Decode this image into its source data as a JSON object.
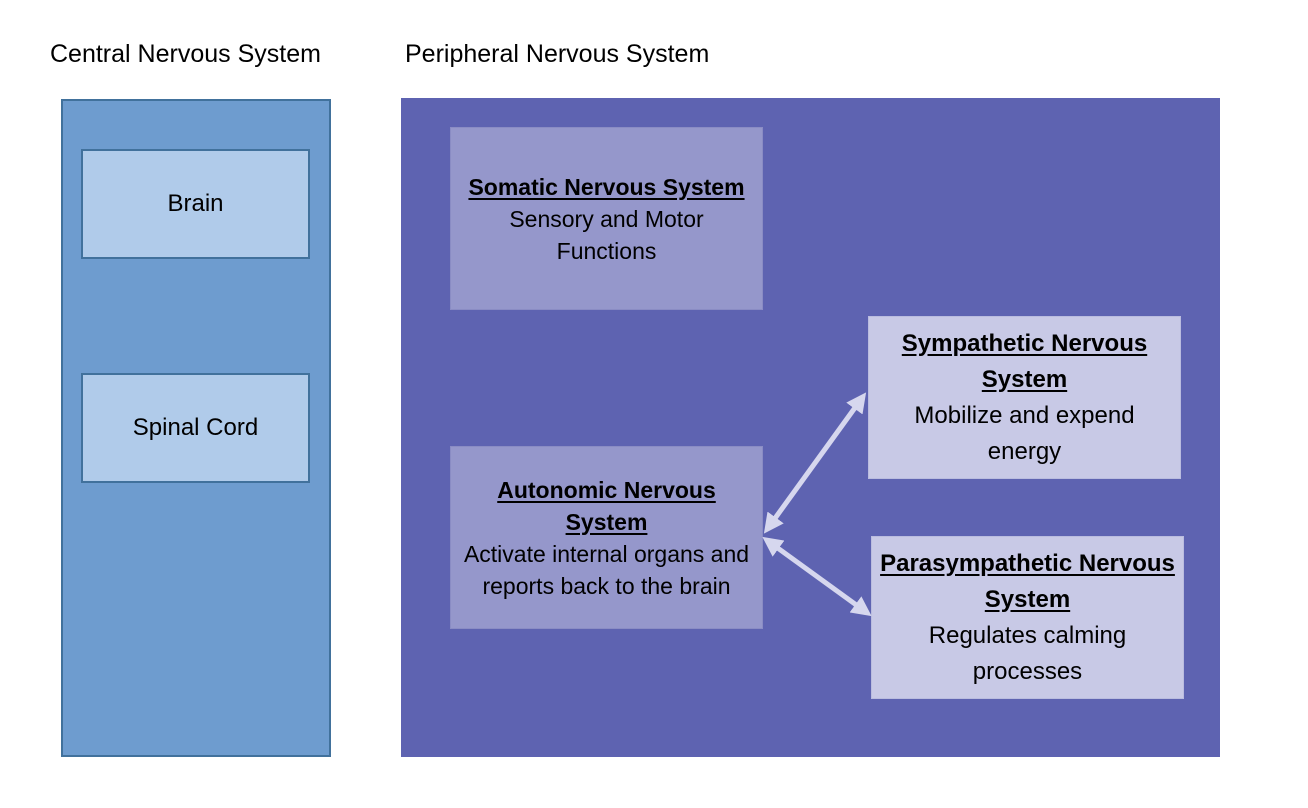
{
  "cns": {
    "title": "Central Nervous System",
    "items": [
      {
        "label": "Brain"
      },
      {
        "label": "Spinal Cord"
      }
    ]
  },
  "pns": {
    "title": "Peripheral Nervous System",
    "somatic": {
      "heading": "Somatic Nervous System",
      "description": "Sensory and Motor Functions"
    },
    "autonomic": {
      "heading": "Autonomic Nervous System",
      "description": "Activate internal organs and reports back to the brain"
    },
    "sympathetic": {
      "heading": "Sympathetic Nervous System",
      "description": "Mobilize and expend energy"
    },
    "parasympathetic": {
      "heading": "Parasympathetic Nervous System",
      "description": "Regulates calming processes"
    }
  },
  "colors": {
    "cns_panel": "#6e9ccf",
    "cns_box": "#b0cbea",
    "pns_panel": "#5e63b1",
    "pns_mid_box": "#9597cb",
    "pns_light_box": "#c8c9e6",
    "arrow": "#d6d7ee"
  }
}
